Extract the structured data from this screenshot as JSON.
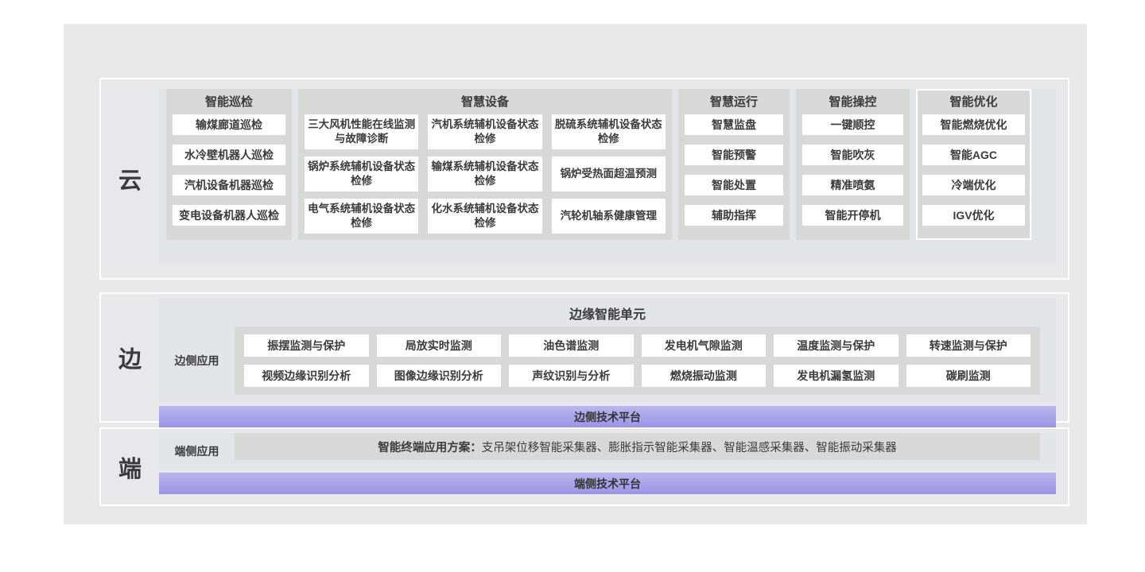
{
  "labels": {
    "cloud": "云",
    "edge": "边",
    "terminal": "端"
  },
  "cloud": {
    "columns": [
      {
        "header": "智能巡检",
        "items": [
          "输煤廊道巡检",
          "水冷壁机器人巡检",
          "汽机设备机器巡检",
          "变电设备机器人巡检"
        ]
      },
      {
        "header": "智慧设备",
        "items": [
          "三大风机性能在线监测与故障诊断",
          "汽机系统辅机设备状态检修",
          "脱硫系统辅机设备状态检修",
          "锅炉系统辅机设备状态检修",
          "输煤系统辅机设备状态检修",
          "锅炉受热面超温预测",
          "电气系统辅机设备状态检修",
          "化水系统辅机设备状态检修",
          "汽轮机轴系健康管理"
        ]
      },
      {
        "header": "智慧运行",
        "items": [
          "智慧监盘",
          "智能预警",
          "智能处置",
          "辅助指挥"
        ]
      },
      {
        "header": "智能操控",
        "items": [
          "一键顺控",
          "智能吹灰",
          "精准喷氨",
          "智能开停机"
        ]
      },
      {
        "header": "智能优化",
        "items": [
          "智能燃烧优化",
          "智能AGC",
          "冷端优化",
          "IGV优化"
        ]
      }
    ]
  },
  "edge": {
    "title": "边缘智能单元",
    "side_label": "边侧应用",
    "rows": [
      [
        "振摆监测与保护",
        "局放实时监测",
        "油色谱监测",
        "发电机气隙监测",
        "温度监测与保护",
        "转速监测与保护"
      ],
      [
        "视频边缘识别分析",
        "图像边缘识别分析",
        "声纹识别与分析",
        "燃烧振动监测",
        "发电机漏氢监测",
        "碳刷监测"
      ]
    ],
    "platform": "边侧技术平台"
  },
  "terminal": {
    "side_label": "端侧应用",
    "solution_prefix": "智能终端应用方案：",
    "solution_text": "支吊架位移智能采集器、膨胀指示智能采集器、智能温感采集器、智能振动采集器",
    "platform": "端侧技术平台"
  },
  "colors": {
    "panel_bg": "#e9e9ea",
    "section_fill": "#e8e8ea",
    "inner_fill": "#e3e4e8",
    "container_grey": "#d8d8d8",
    "item_bg": "#ffffff",
    "purple_top": "#b9b6ee",
    "purple_bottom": "#9a94e4",
    "text": "#3b3b3d"
  }
}
